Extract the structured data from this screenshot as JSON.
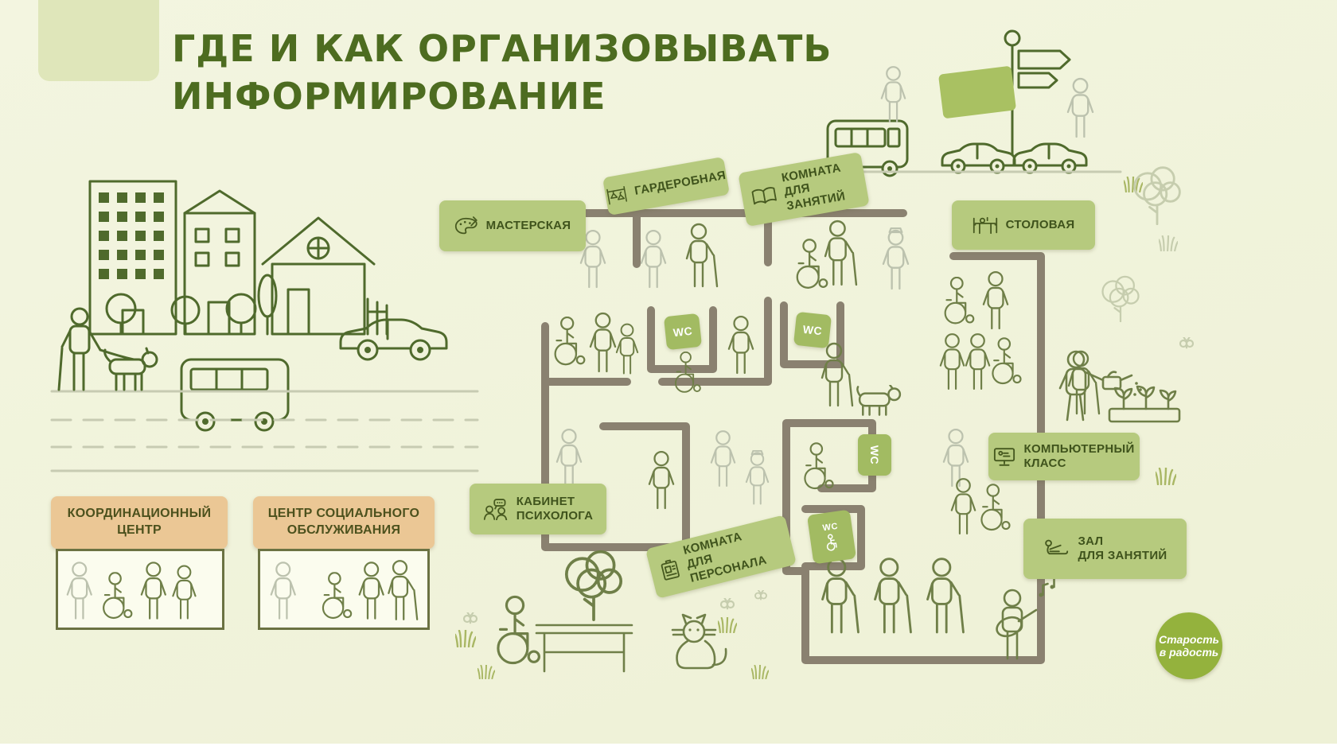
{
  "page": {
    "title_line1": "ГДЕ И КАК ОРГАНИЗОВЫВАТЬ",
    "title_line2": "ИНФОРМИРОВАНИЕ"
  },
  "rooms": {
    "workshop": {
      "label": "МАСТЕРСКАЯ"
    },
    "cloakroom": {
      "label": "ГАРДЕРОБНАЯ"
    },
    "classroom": {
      "line1": "КОМНАТА",
      "line2": "ДЛЯ ЗАНЯТИЙ"
    },
    "dining": {
      "label": "СТОЛОВАЯ"
    },
    "wc": {
      "label": "WC"
    },
    "psychologist": {
      "line1": "КАБИНЕТ",
      "line2": "ПСИХОЛОГА"
    },
    "staff": {
      "line1": "КОМНАТА",
      "line2": "ДЛЯ ПЕРСОНАЛА"
    },
    "computer": {
      "line1": "КОМПЬЮТЕРНЫЙ",
      "line2": "КЛАСС"
    },
    "hall": {
      "line1": "ЗАЛ",
      "line2": "ДЛЯ ЗАНЯТИЙ"
    }
  },
  "centers": {
    "coordination": {
      "line1": "КООРДИНАЦИОННЫЙ",
      "line2": "ЦЕНТР"
    },
    "social": {
      "line1": "ЦЕНТР СОЦИАЛЬНОГО",
      "line2": "ОБСЛУЖИВАНИЯ"
    }
  },
  "logo": {
    "line1": "Старость",
    "line2": "в радость"
  },
  "colors": {
    "background": "#f0f2da",
    "title": "#4d6c20",
    "badge_bg": "#b6ca7e",
    "badge_text": "#3f531c",
    "wc_badge_bg": "#a2bb62",
    "center_header_bg": "#ebc795",
    "wall": "#8a8170",
    "line_dark": "#4f6a2c",
    "line_olive": "#6f7f48",
    "line_faint": "#bcc2ae",
    "logo_bg": "#94b23d"
  }
}
